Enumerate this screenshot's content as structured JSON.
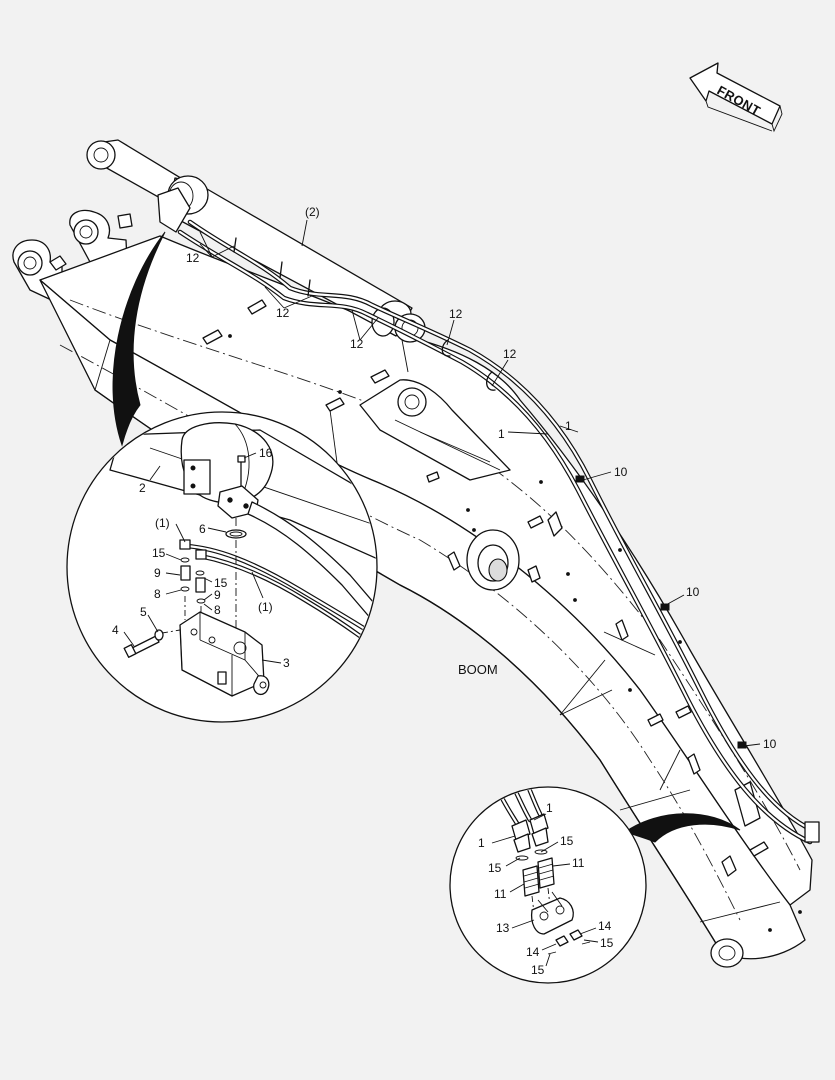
{
  "orientation": {
    "label": "FRONT",
    "icon": "front-arrow-icon"
  },
  "part_label": "BOOM",
  "callouts": {
    "main": {
      "cyl": "(2)",
      "c12a": "12",
      "c12b": "12",
      "c12c": "12",
      "c12d": "12",
      "c12e": "12",
      "c1a": "1",
      "c1b": "1",
      "c10a": "10",
      "c10b": "10",
      "c10c": "10"
    },
    "detail_left": {
      "c16": "16",
      "c2": "2",
      "c1a": "(1)",
      "c6": "6",
      "c15a": "15",
      "c9a": "9",
      "c15b": "15",
      "c8a": "8",
      "c9b": "9",
      "c1b": "(1)",
      "c8b": "8",
      "c5": "5",
      "c4": "4",
      "c3": "3"
    },
    "detail_right": {
      "c1a": "1",
      "c1b": "1",
      "c15a": "15",
      "c15b": "15",
      "c11a": "11",
      "c11b": "11",
      "c13": "13",
      "c14a": "14",
      "c14b": "14",
      "c15c": "15",
      "c15d": "15"
    }
  },
  "colors": {
    "background": "#f2f2f2",
    "line": "#111111",
    "fill": "#ffffff"
  }
}
